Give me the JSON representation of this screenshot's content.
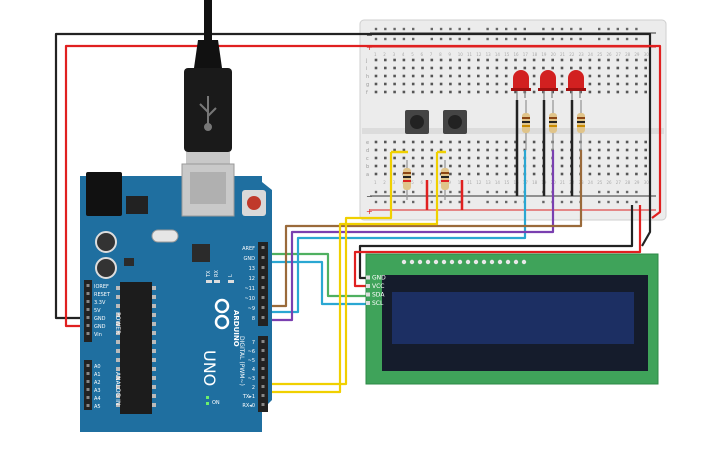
{
  "arduino": {
    "brand": "ARDUINO",
    "model": "UNO",
    "label_tx": "TX",
    "label_rx": "RX",
    "label_l": "L",
    "label_on": "ON",
    "power_section": "POWER",
    "analog_section": "ANALOG IN",
    "digital_section": "DIGITAL (PWM~)",
    "power_pins": [
      "IOREF",
      "RESET",
      "3.3V",
      "5V",
      "GND",
      "GND",
      "Vin"
    ],
    "analog_pins": [
      "A0",
      "A1",
      "A2",
      "A3",
      "A4",
      "A5"
    ],
    "digital_pins_top": [
      "AREF",
      "GND",
      "13",
      "12",
      "~11",
      "~10",
      "~9",
      "8"
    ],
    "digital_pins_bottom": [
      "7",
      "~6",
      "~5",
      "4",
      "~3",
      "2",
      "TX▸1",
      "RX◂0"
    ]
  },
  "lcd": {
    "pins": [
      "GND",
      "VCC",
      "SDA",
      "SCL"
    ]
  },
  "breadboard": {
    "row_letters_top": [
      "j",
      "i",
      "h",
      "g",
      "f"
    ],
    "row_letters_bottom": [
      "e",
      "d",
      "c",
      "b",
      "a"
    ],
    "rail_plus": "+",
    "rail_minus": "−",
    "column_count": 30
  },
  "colors": {
    "board": "#1f6fa0",
    "lcd_pcb": "#3fa35a",
    "lcd_screen": "#1c2f63",
    "wire_red": "#e02020",
    "wire_black": "#222222",
    "wire_yellow": "#f0d000",
    "wire_cyan": "#2aa7d2",
    "wire_purple": "#7a3fb0",
    "wire_brown": "#9a6a3a",
    "wire_green": "#4fb060",
    "led": "#d22020"
  }
}
